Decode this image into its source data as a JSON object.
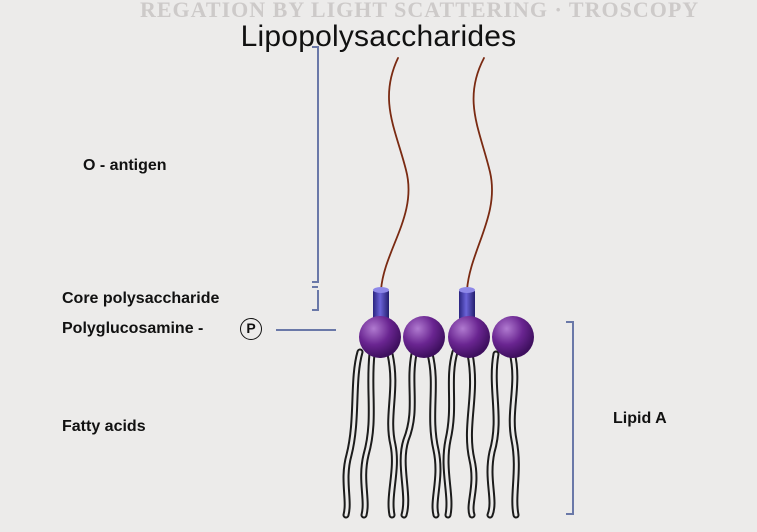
{
  "diagram": {
    "title": "Lipopolysaccharides",
    "labels": {
      "o_antigen": "O - antigen",
      "core_polysaccharide": "Core polysaccharide",
      "polyglucosamine": "Polyglucosamine -",
      "phosphate": "P",
      "fatty_acids": "Fatty acids",
      "lipid_a": "Lipid A"
    },
    "colors": {
      "head": "#5d1f82",
      "head_highlight": "#b07ad0",
      "core_cylinder": "#3d35a8",
      "o_antigen_strand": "#7a2a12",
      "fatty_acid_chain": "#1c1c1c",
      "bracket": "#6a78a8"
    }
  }
}
